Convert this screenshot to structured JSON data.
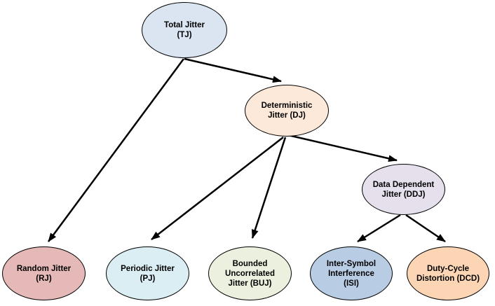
{
  "diagram": {
    "nodes": {
      "tj": {
        "id": "TJ",
        "label": "Total Jitter\n(TJ)",
        "fill": "#DBE5F1"
      },
      "dj": {
        "id": "DJ",
        "label": "Deterministic\nJitter (DJ)",
        "fill": "#FDE9D9"
      },
      "ddj": {
        "id": "DDJ",
        "label": "Data Dependent\nJitter (DDJ)",
        "fill": "#E5E0EC"
      },
      "rj": {
        "id": "RJ",
        "label": "Random Jitter\n(RJ)",
        "fill": "#E5B9B7"
      },
      "pj": {
        "id": "PJ",
        "label": "Periodic Jitter\n(PJ)",
        "fill": "#DAEEF3"
      },
      "buj": {
        "id": "BUJ",
        "label": "Bounded\nUncorrelated\nJitter (BUJ)",
        "fill": "#EBF1DE"
      },
      "isi": {
        "id": "ISI",
        "label": "Inter-Symbol\nInterference\n(ISI)",
        "fill": "#B8CCE4"
      },
      "dcd": {
        "id": "DCD",
        "label": "Duty-Cycle\nDistortion (DCD)",
        "fill": "#FCD5B4"
      }
    },
    "edges": [
      {
        "from": "TJ",
        "to": "RJ"
      },
      {
        "from": "TJ",
        "to": "DJ"
      },
      {
        "from": "DJ",
        "to": "PJ"
      },
      {
        "from": "DJ",
        "to": "BUJ"
      },
      {
        "from": "DJ",
        "to": "DDJ"
      },
      {
        "from": "DDJ",
        "to": "ISI"
      },
      {
        "from": "DDJ",
        "to": "DCD"
      }
    ],
    "colors": {
      "background": "#FFFFFF",
      "node_border": "#000000",
      "edge": "#000000",
      "text": "#000000"
    }
  }
}
